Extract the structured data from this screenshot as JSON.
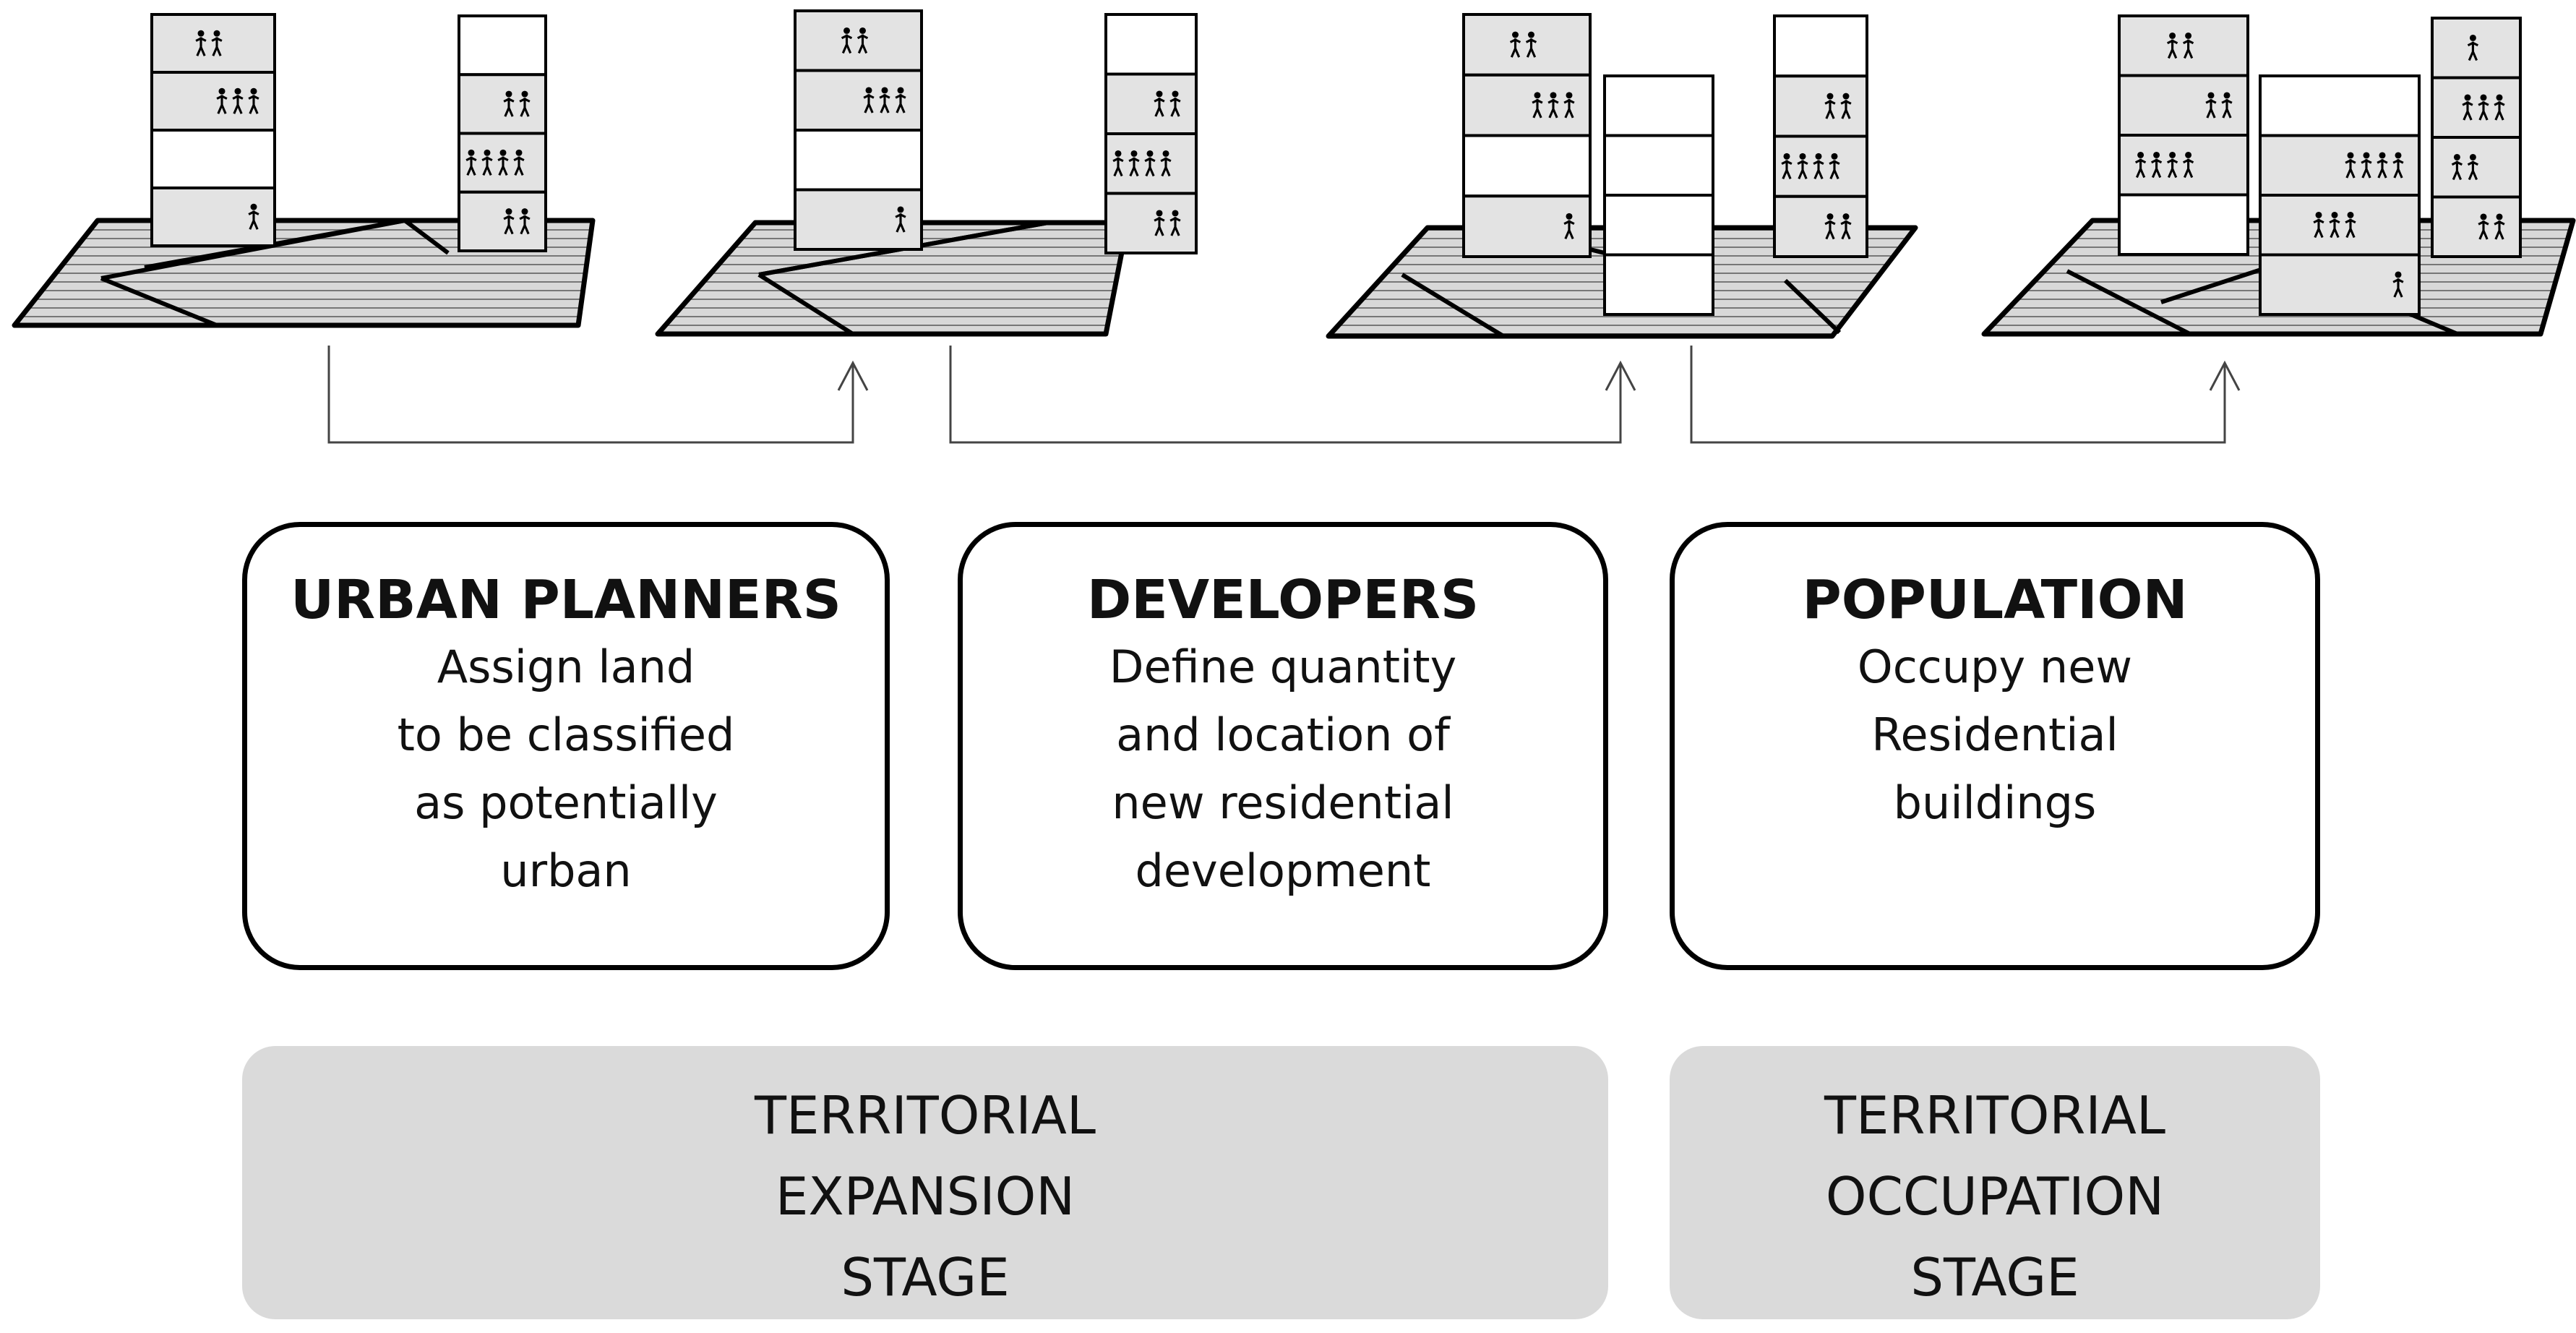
{
  "roles": [
    {
      "title": "URBAN PLANNERS",
      "lines": [
        "Assign land",
        "to be classified",
        "as potentially",
        "urban"
      ]
    },
    {
      "title": "DEVELOPERS",
      "lines": [
        "Define quantity",
        "and location of",
        "new residential",
        "development"
      ]
    },
    {
      "title": "POPULATION",
      "lines": [
        "Occupy new",
        "Residential",
        "buildings"
      ]
    }
  ],
  "stages": [
    {
      "lines": [
        "TERRITORIAL",
        "EXPANSION",
        "STAGE"
      ]
    },
    {
      "lines": [
        "TERRITORIAL",
        "OCCUPATION",
        "STAGE"
      ]
    }
  ],
  "scenes": [
    {
      "name": "scene-initial",
      "buildings": [
        {
          "name": "left-building",
          "floors": [
            2,
            3,
            0,
            1
          ]
        },
        {
          "name": "right-building",
          "floors": [
            0,
            2,
            4,
            2
          ]
        }
      ]
    },
    {
      "name": "scene-land-assigned",
      "buildings": [
        {
          "name": "left-building",
          "floors": [
            2,
            3,
            0,
            1
          ]
        },
        {
          "name": "right-building",
          "floors": [
            0,
            2,
            4,
            2
          ]
        }
      ]
    },
    {
      "name": "scene-developed",
      "buildings": [
        {
          "name": "left-building",
          "floors": [
            2,
            3,
            0,
            1
          ]
        },
        {
          "name": "new-building",
          "floors": [
            0,
            0,
            0,
            0
          ]
        },
        {
          "name": "right-building",
          "floors": [
            0,
            2,
            4,
            2
          ]
        }
      ]
    },
    {
      "name": "scene-occupied",
      "buildings": [
        {
          "name": "left-building",
          "floors": [
            2,
            2,
            4,
            0
          ]
        },
        {
          "name": "new-building",
          "floors": [
            0,
            4,
            3,
            1
          ]
        },
        {
          "name": "right-building",
          "floors": [
            1,
            3,
            2,
            2
          ]
        }
      ]
    }
  ],
  "colors": {
    "ground": "#d8d8d8",
    "floor_occupied": "#e3e3e3",
    "stage_fill": "#dadada",
    "line": "#000000"
  }
}
